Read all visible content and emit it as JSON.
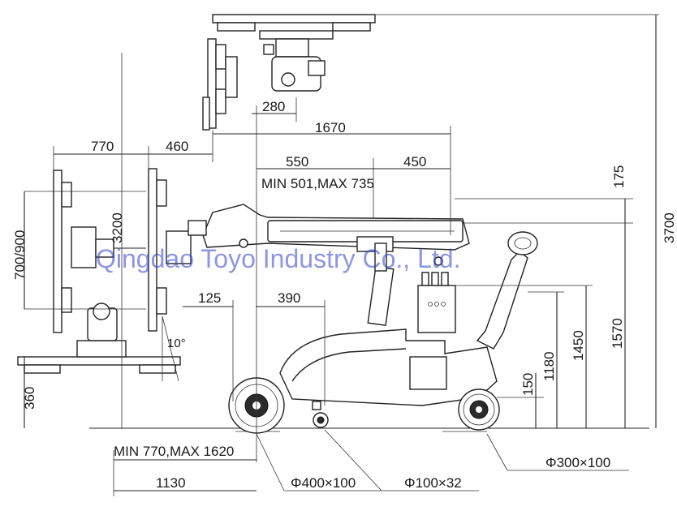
{
  "dimensions": {
    "d280": "280",
    "d1670": "1670",
    "d770": "770",
    "d460": "460",
    "d550": "550",
    "d450": "450",
    "reach": "MIN 501,MAX 735",
    "d175": "175",
    "d3700": "3700",
    "d700_900": "700/900",
    "d3200": "3200",
    "d125": "125",
    "d390": "390",
    "angle": "10°",
    "d1450": "1450",
    "d1570": "1570",
    "d1180": "1180",
    "d150": "150",
    "d360": "360",
    "ground_reach": "MIN 770,MAX 1620",
    "d1130": "1130"
  },
  "callouts": {
    "front_wheel": "Φ400×100",
    "caster": "Φ100×32",
    "rear_wheel": "Φ300×100"
  },
  "watermark": "Qingdao Toyo Industry Co., Ltd."
}
